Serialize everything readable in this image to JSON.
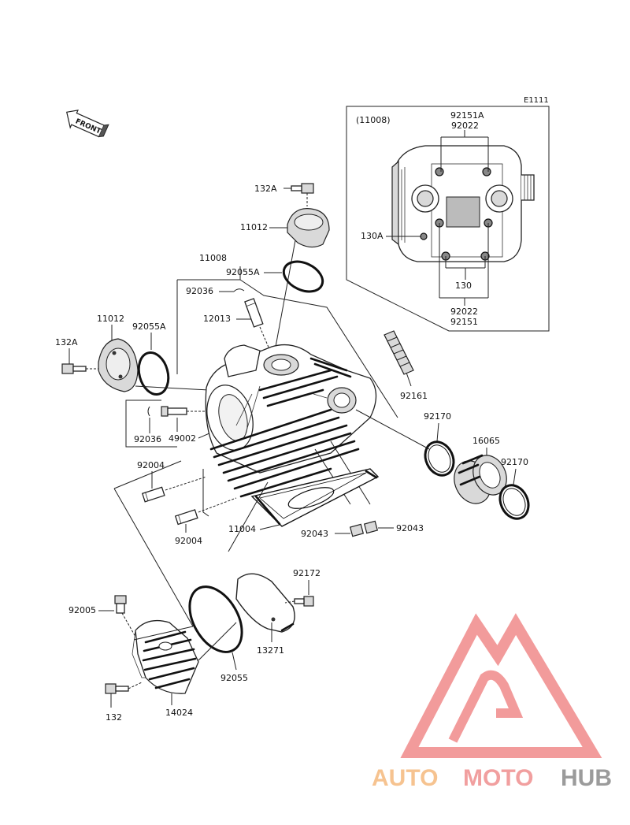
{
  "diagram_code": "E1111",
  "front_arrow": {
    "text": "FRONT",
    "icon": "front-direction-arrow-icon"
  },
  "inset": {
    "title": "(11008)",
    "labels": {
      "top_a": "92151A",
      "top_b": "92022",
      "left": "130A",
      "mid": "130",
      "bottom_a": "92022",
      "bottom_b": "92151"
    }
  },
  "parts": {
    "p132A_top": "132A",
    "p11012_top": "11012",
    "p11008": "11008",
    "p92055A_top": "92055A",
    "p92036_top": "92036",
    "p12013": "12013",
    "p11012_left": "11012",
    "p92055A_left": "92055A",
    "p132A_left": "132A",
    "p92036_left": "92036",
    "p49002": "49002",
    "p92161": "92161",
    "p92170_a": "92170",
    "p16065": "16065",
    "p92170_b": "92170",
    "p92004_a": "92004",
    "p92004_b": "92004",
    "p11004": "11004",
    "p92043_a": "92043",
    "p92043_b": "92043",
    "p92172": "92172",
    "p92005": "92005",
    "p13271": "13271",
    "p92055": "92055",
    "p132": "132",
    "p14024": "14024"
  },
  "watermark": {
    "part1": "AUTO",
    "part2": "MOTO",
    "part3": "HUB",
    "colors": {
      "auto": "#f5b97d",
      "moto": "#ef8f8f",
      "hub": "#8a8a8a",
      "triangle": "#f08a8a"
    }
  }
}
